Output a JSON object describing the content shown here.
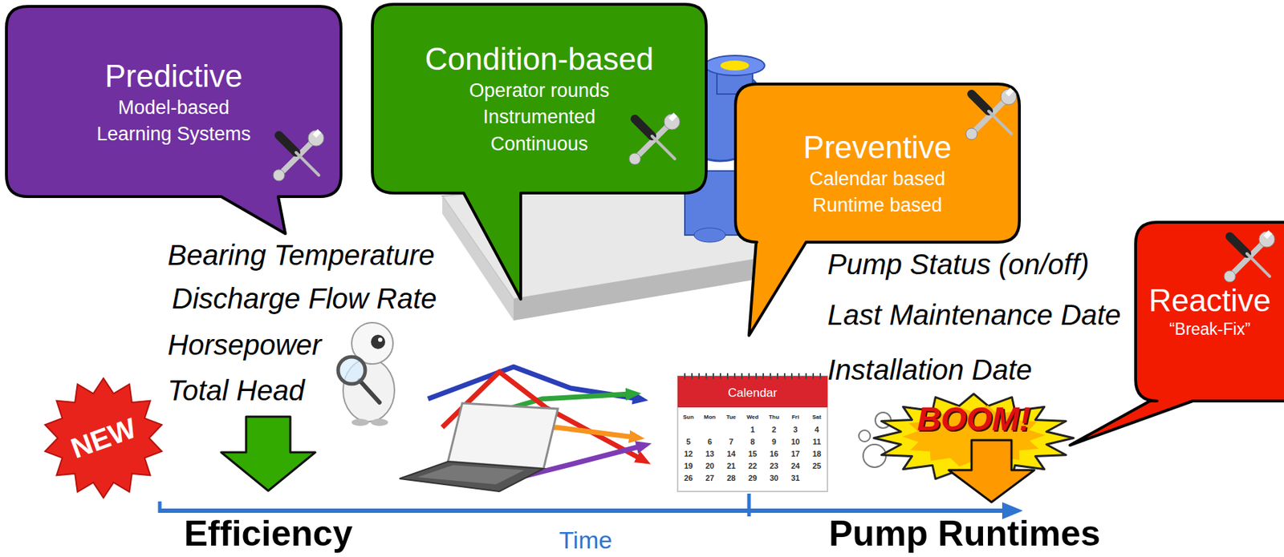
{
  "diagram": {
    "nodes": [
      {
        "text": [
          "Predictive",
          "Model-based Learning Systems"
        ]
      },
      {
        "text": [
          "Condition-based",
          "Operator rounds Instrumented Continuous"
        ]
      },
      {
        "text": [
          "Preventive",
          "Calendar based Runtime based"
        ]
      },
      {
        "text": [
          "Reactive",
          "“Break-Fix”"
        ]
      }
    ],
    "labels": [
      "Bearing Temperature",
      "Discharge Flow Rate",
      "Horsepower",
      "Total Head",
      "NEW",
      "Pump Status (on/off)",
      "Last Maintenance Date",
      "Installation Date",
      "BOOM!",
      "Calendar",
      "Sun",
      "Mon",
      "Tue",
      "Wed",
      "Thu",
      "Fri",
      "Sat",
      "1",
      "2",
      "3",
      "4",
      "5",
      "6",
      "7",
      "8",
      "9",
      "10",
      "11",
      "12",
      "13",
      "14",
      "15",
      "16",
      "17",
      "18",
      "19",
      "20",
      "21",
      "22",
      "23",
      "24",
      "25",
      "26",
      "27",
      "28",
      "29",
      "30",
      "31",
      "Efficiency",
      "Time",
      "Pump Runtimes"
    ]
  }
}
